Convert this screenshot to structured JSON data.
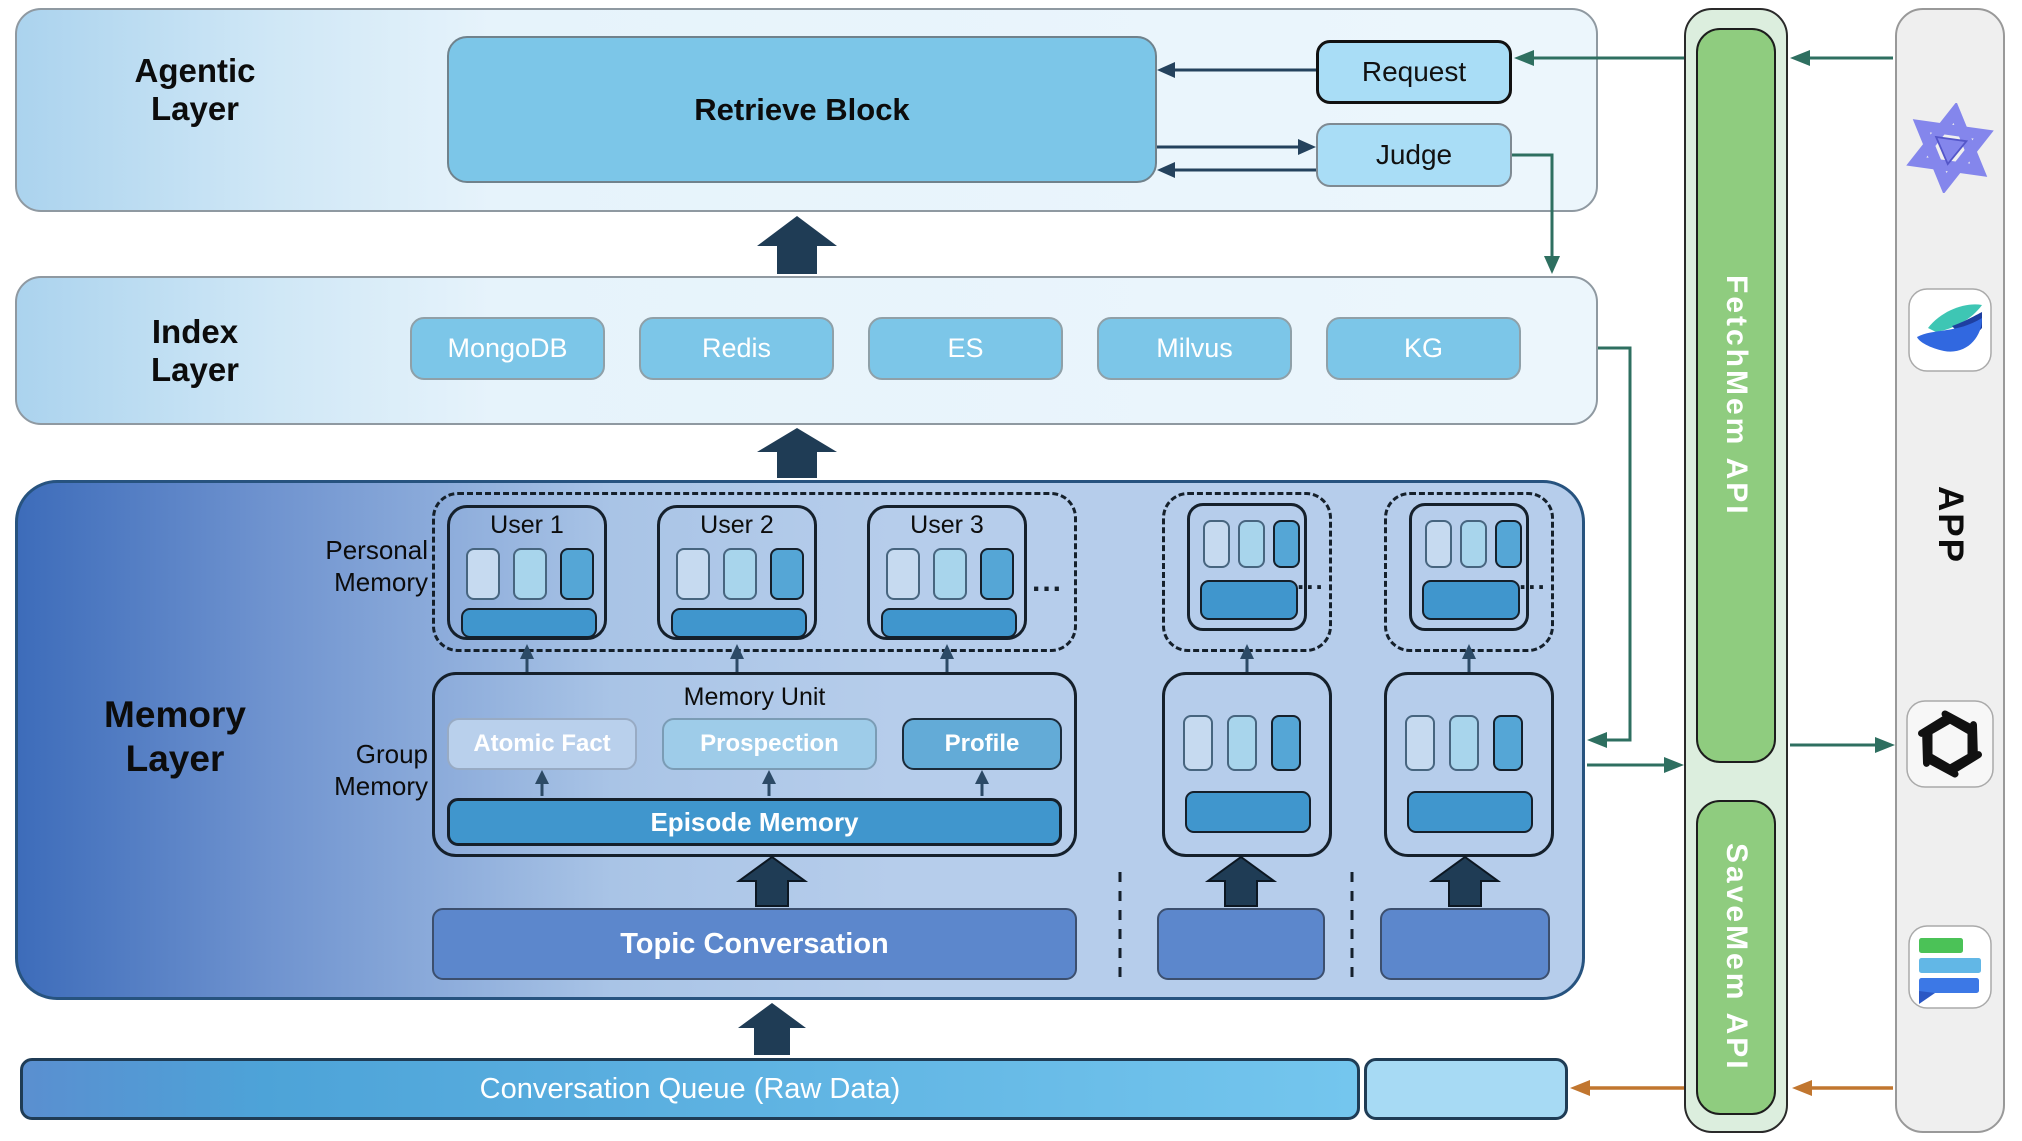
{
  "colors": {
    "teal_arrow": "#2e6f60",
    "orange_arrow": "#c1762f",
    "navy_arrow": "#1f3c55",
    "api_green": "#8fcc7f",
    "box_blue": "#7cc6e8",
    "memory_blue": "#b6cdeb",
    "topic_blue": "#5c87cc"
  },
  "agentic_layer": {
    "title_line1": "Agentic",
    "title_line2": "Layer",
    "retrieve_block": "Retrieve Block",
    "request": "Request",
    "judge": "Judge"
  },
  "index_layer": {
    "title_line1": "Index",
    "title_line2": "Layer",
    "stores": [
      "MongoDB",
      "Redis",
      "ES",
      "Milvus",
      "KG"
    ]
  },
  "memory_layer": {
    "title_line1": "Memory",
    "title_line2": "Layer",
    "personal_line1": "Personal",
    "personal_line2": "Memory",
    "group_line1": "Group",
    "group_line2": "Memory",
    "users": [
      "User 1",
      "User 2",
      "User 3"
    ],
    "ellipsis": "...",
    "memory_unit_title": "Memory Unit",
    "atomic_fact": "Atomic Fact",
    "prospection": "Prospection",
    "profile": "Profile",
    "episode_memory": "Episode Memory",
    "topic_conversation": "Topic Conversation"
  },
  "queue": {
    "label": "Conversation Queue (Raw Data)"
  },
  "apis": {
    "fetch": "FetchMem API",
    "save": "SaveMem API"
  },
  "app_panel": {
    "label": "APP",
    "icons": [
      "qwen-logo",
      "lark-logo",
      "openai-logo",
      "chat-logo"
    ]
  }
}
